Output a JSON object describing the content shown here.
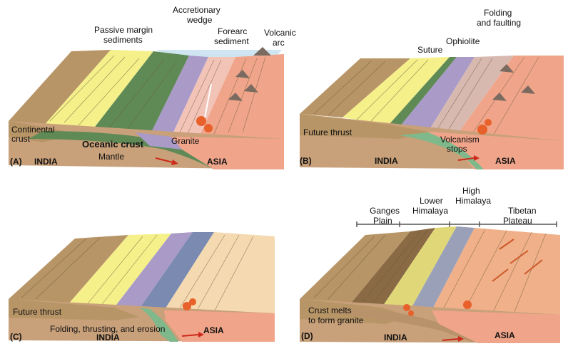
{
  "panels": [
    {
      "letter": "(A)",
      "labels": {
        "passive_margin_sediments": [
          "Passive margin",
          "sediments"
        ],
        "accretionary_wedge": [
          "Accretionary",
          "wedge"
        ],
        "forearc_sediment": [
          "Forearc",
          "sediment"
        ],
        "volcanic_arc": [
          "Volcanic",
          "arc"
        ],
        "continental_crust": [
          "Continental",
          "crust"
        ],
        "oceanic_crust": "Oceanic crust",
        "mantle": "Mantle",
        "granite": "Granite",
        "india": "INDIA",
        "asia": "ASIA"
      }
    },
    {
      "letter": "(B)",
      "labels": {
        "folding_and_faulting": [
          "Folding",
          "and faulting"
        ],
        "suture": "Suture",
        "ophiolite": "Ophiolite",
        "future_thrust": "Future thrust",
        "volcanism_stops": [
          "Volcanism",
          "stops"
        ],
        "india": "INDIA",
        "asia": "ASIA"
      }
    },
    {
      "letter": "(C)",
      "labels": {
        "future_thrust": "Future thrust",
        "folding_thrusting_erosion": "Folding, thrusting, and erosion",
        "india": "INDIA",
        "asia": "ASIA"
      }
    },
    {
      "letter": "(D)",
      "labels": {
        "ganges_plain": [
          "Ganges",
          "Plain"
        ],
        "lower_himalaya": [
          "Lower",
          "Himalaya"
        ],
        "high_himalaya": [
          "High",
          "Himalaya"
        ],
        "tibetan_plateau": [
          "Tibetan",
          "Plateau"
        ],
        "crust_melts": [
          "Crust melts",
          "to form granite"
        ],
        "india": "INDIA",
        "asia": "ASIA"
      }
    }
  ],
  "colors": {
    "continental_brown": "#b89567",
    "continental_dark": "#8a6a45",
    "passive_yellow": "#f5f08a",
    "oceanic_green": "#5f8a56",
    "wedge_purple": "#a99ac8",
    "forearc_pink": "#f2c4b8",
    "asia_salmon": "#f0a58a",
    "asia_dark": "#d9805f",
    "mantle_tan": "#c8a07a",
    "ocean_blue": "#cfe6f2",
    "granite_orange": "#e8602a",
    "arrow_red": "#cc2a1a",
    "slab_green": "#7fb88a"
  }
}
